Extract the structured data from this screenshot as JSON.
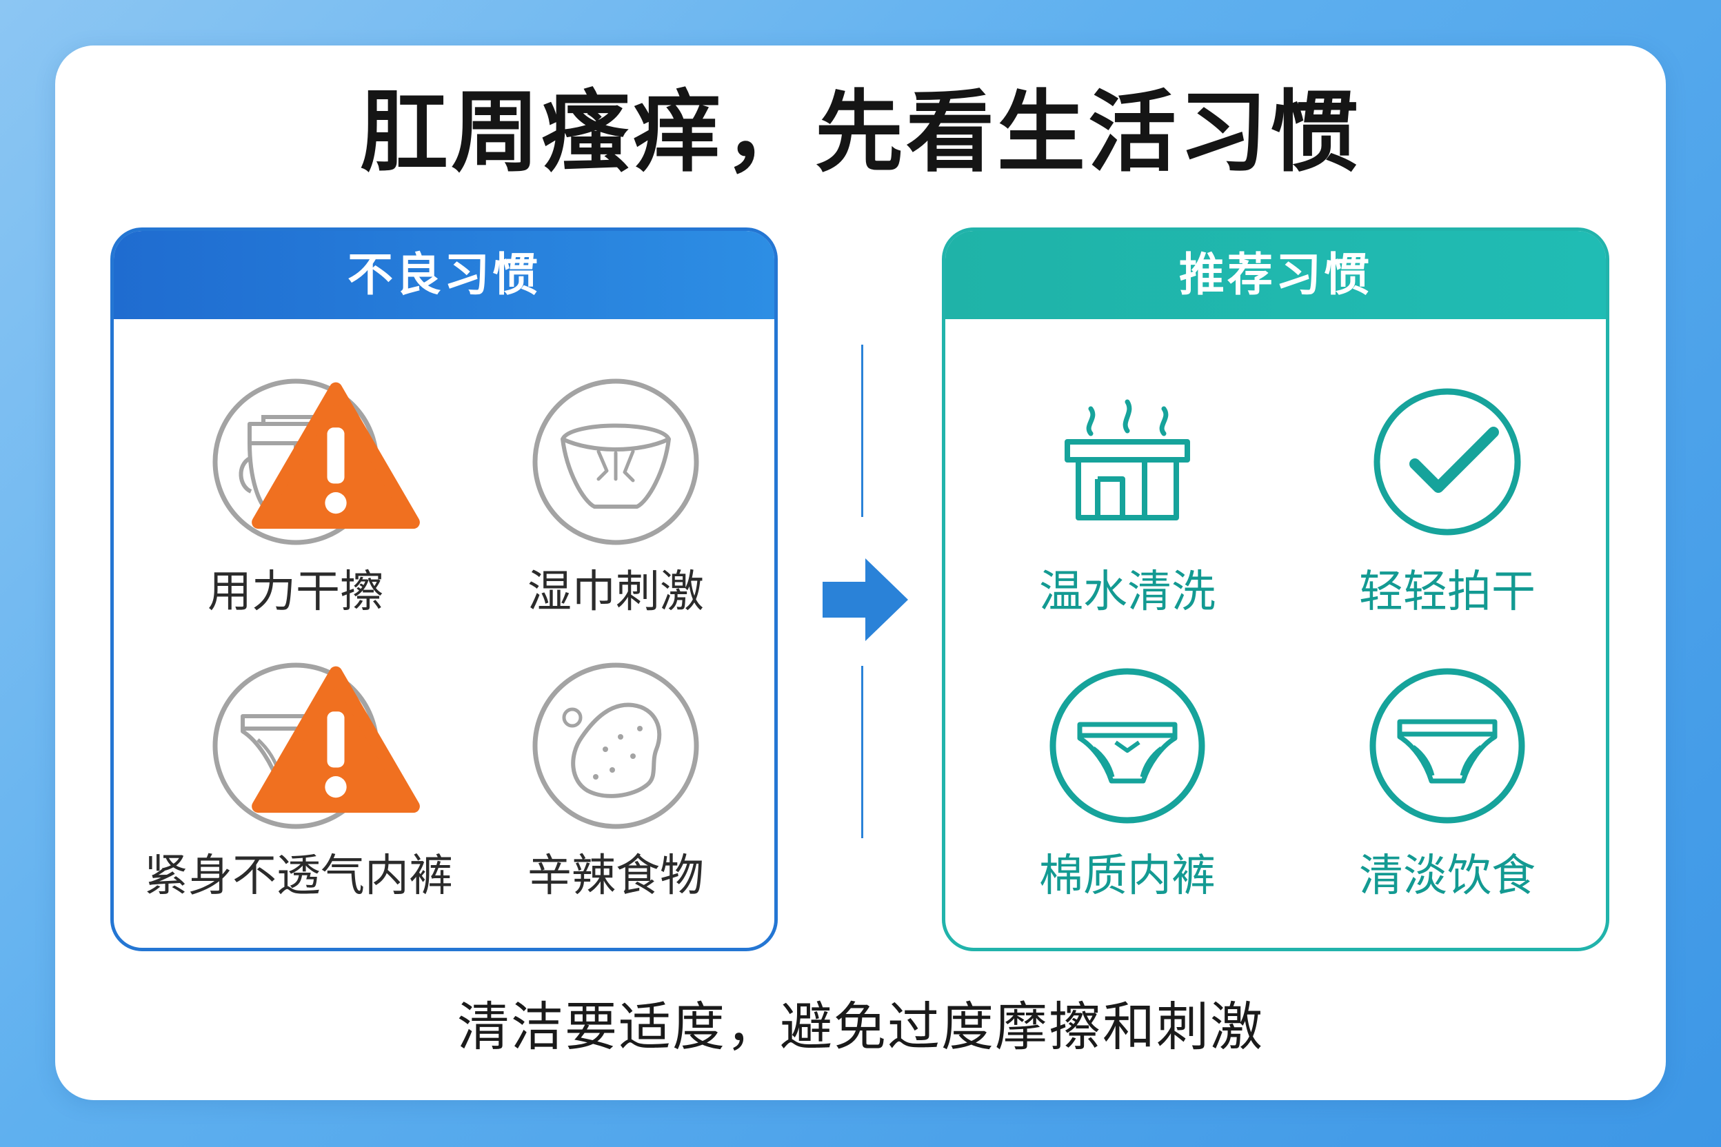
{
  "title": "肛周瘙痒，先看生活习惯",
  "bad_panel": {
    "header": "不良习惯",
    "items": [
      {
        "label": "用力干擦",
        "icon": "diaper-icon",
        "warning": true
      },
      {
        "label": "湿巾刺激",
        "icon": "wet-wipe-icon",
        "warning": false
      },
      {
        "label": "紧身不透气内裤",
        "icon": "tight-underwear-icon",
        "warning": true
      },
      {
        "label": "辛辣食物",
        "icon": "spicy-food-icon",
        "warning": false
      }
    ]
  },
  "good_panel": {
    "header": "推荐习惯",
    "items": [
      {
        "label": "温水清洗",
        "icon": "warm-water-basin-icon"
      },
      {
        "label": "轻轻拍干",
        "icon": "checkmark-icon"
      },
      {
        "label": "棉质内裤",
        "icon": "cotton-underwear-icon"
      },
      {
        "label": "清淡饮食",
        "icon": "light-diet-icon"
      }
    ]
  },
  "footer": "清洁要适度，避免过度摩擦和刺激",
  "colors": {
    "bad_accent": "#2476d3",
    "good_accent": "#21b3ab",
    "warning": "#f07020",
    "bad_icon_stroke": "#9a9a9a",
    "good_icon_stroke": "#16a39b"
  }
}
